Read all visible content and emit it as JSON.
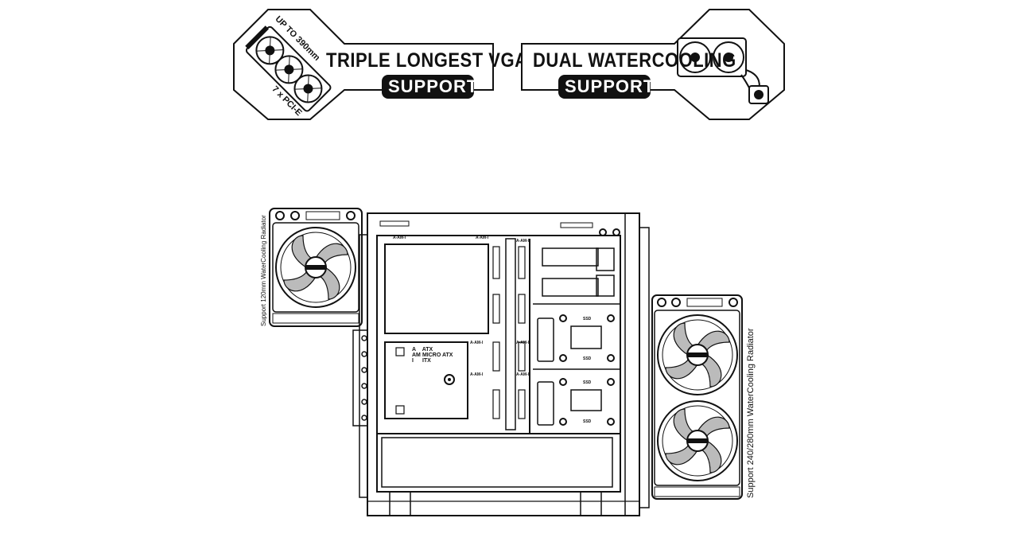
{
  "badges": {
    "vga": {
      "title": "TRIPLE LONGEST VGA CARDS",
      "pill": "SUPPORT",
      "length_label": "UP TO 390mm",
      "slots_label": "7 x PCI-E"
    },
    "water": {
      "title": "DUAL WATERCOOLING",
      "pill": "SUPPORT"
    }
  },
  "diagram": {
    "left_radiator_label": "Support 120mm WaterCooling Radiator",
    "right_radiator_label": "Support 240/280mm WaterCooling Radiator",
    "mobo_legend": [
      {
        "key": "A",
        "value": "ATX"
      },
      {
        "key": "AM",
        "value": "MICRO ATX"
      },
      {
        "key": "I",
        "value": "ITX"
      }
    ],
    "standoff_mark": "A-AM-I",
    "ssd_mark": "SSD"
  },
  "colors": {
    "ink": "#111111",
    "background": "#ffffff"
  }
}
